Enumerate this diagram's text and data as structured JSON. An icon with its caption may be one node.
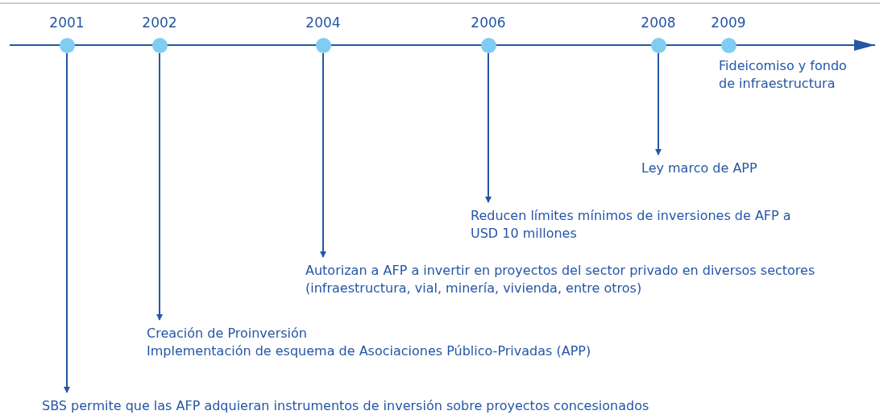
{
  "diagram": {
    "nodes": [
      {
        "text": [
          "2001"
        ]
      },
      {
        "text": [
          "2002"
        ]
      },
      {
        "text": [
          "2004"
        ]
      },
      {
        "text": [
          "2006"
        ]
      },
      {
        "text": [
          "2008"
        ]
      },
      {
        "text": [
          "2009"
        ],
        "beside": [
          "Fideicomiso y fondo de  infraestructura"
        ]
      },
      {
        "text": [
          "Ley marco de APP"
        ]
      },
      {
        "text": [
          "Reducen límites mínimos de inversiones de AFP a USD 10 millones"
        ]
      },
      {
        "text": [
          "Autorizan a AFP a invertir en proyectos del sector privado en diversos sectores (infraestructura, vial, minería, vivienda, entre otros)"
        ]
      },
      {
        "text": [
          "Creación de Proinversión",
          "Implementación de esquema de Asociaciones Público-Privadas (APP)"
        ]
      },
      {
        "text": [
          "SBS permite que las AFP adquieran instrumentos de inversión sobre proyectos concesionados"
        ]
      }
    ],
    "edges": [
      {
        "from": 4,
        "to": 6,
        "arrow": "to"
      },
      {
        "from": 3,
        "to": 7,
        "arrow": "to"
      },
      {
        "from": 2,
        "to": 8,
        "arrow": "to"
      },
      {
        "from": 1,
        "to": 9,
        "arrow": "to"
      },
      {
        "from": 0,
        "to": 10,
        "arrow": "to"
      }
    ]
  }
}
